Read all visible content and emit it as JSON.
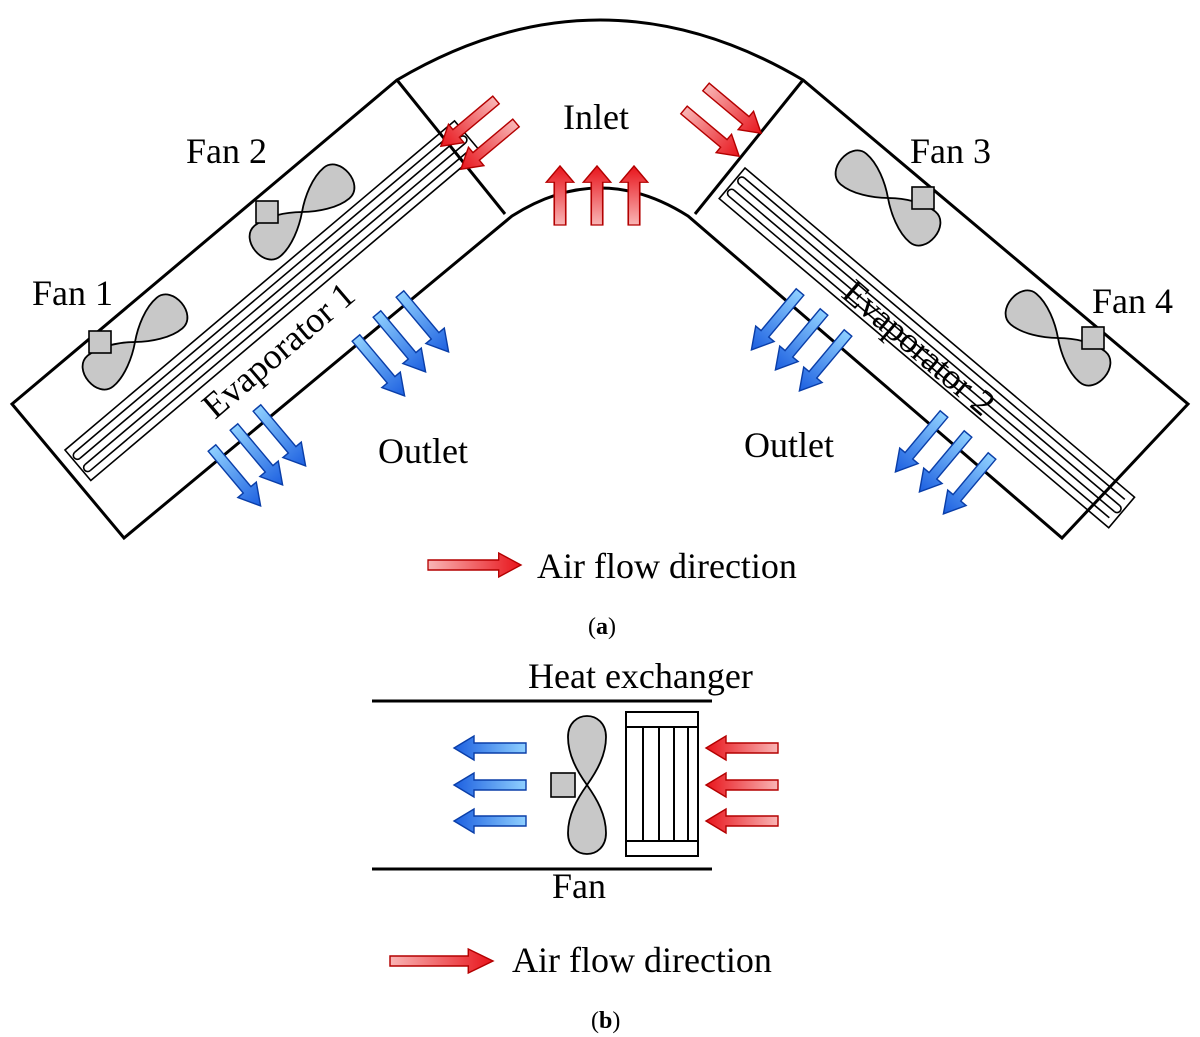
{
  "panel_a": {
    "labels": {
      "fan1": "Fan 1",
      "fan2": "Fan 2",
      "fan3": "Fan 3",
      "fan4": "Fan 4",
      "inlet": "Inlet",
      "outlet_left": "Outlet",
      "outlet_right": "Outlet",
      "evaporator1": "Evaporator 1",
      "evaporator2": "Evaporator 2"
    },
    "legend": "Air flow direction",
    "caption_letter": "a"
  },
  "panel_b": {
    "labels": {
      "heat_exchanger": "Heat exchanger",
      "fan": "Fan"
    },
    "legend": "Air flow direction",
    "caption_letter": "b"
  },
  "colors": {
    "hot_air": "#e8141b",
    "cold_air": "#1f6fe6",
    "fan_fill": "#c8c8c8"
  }
}
